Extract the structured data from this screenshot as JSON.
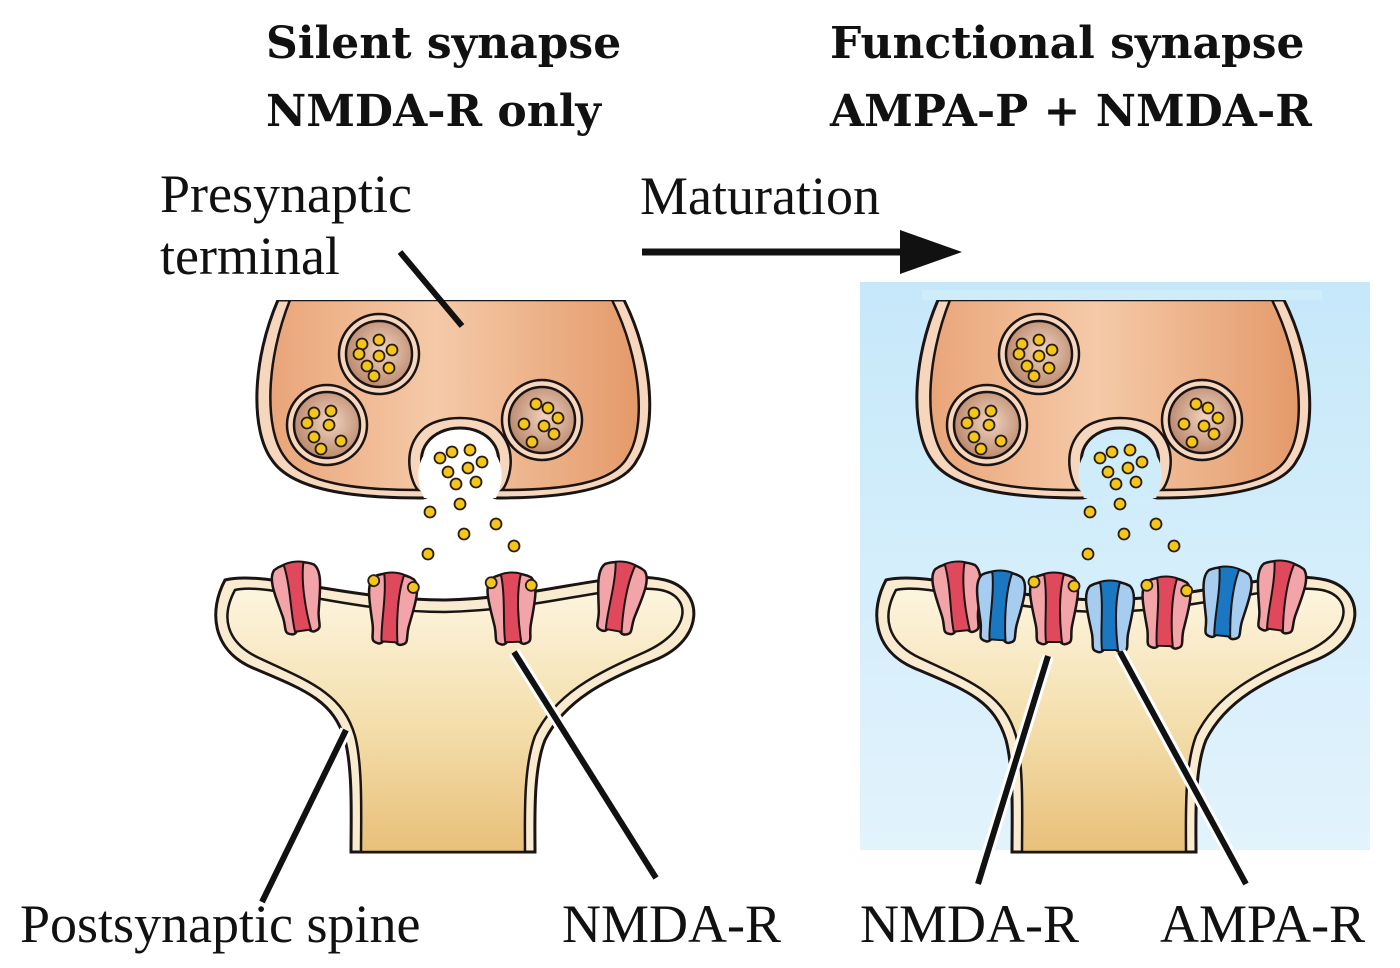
{
  "panels": {
    "left": {
      "title_line1": "Silent synapse",
      "title_line2": "NMDA-R only",
      "background": "#ffffff"
    },
    "right": {
      "title_line1": "Functional synapse",
      "title_line2": "AMPA-P + NMDA-R",
      "background": "#cdebfa"
    }
  },
  "arrow": {
    "label": "Maturation"
  },
  "labels": {
    "presynaptic_line1": "Presynaptic",
    "presynaptic_line2": "terminal",
    "postsynaptic": "Postsynaptic spine",
    "nmda_left": "NMDA-R",
    "nmda_right": "NMDA-R",
    "ampa_right": "AMPA-R"
  },
  "colors": {
    "terminal_fill": "#efb58c",
    "terminal_membrane": "#f6d6bd",
    "vesicle_fill": "#c99a84",
    "neurotransmitter": "#f5c61a",
    "spine_fill": "#f3dfa8",
    "spine_membrane": "#f8ebcf",
    "nmda_dark": "#e0485c",
    "nmda_light": "#f2a4a8",
    "ampa_dark": "#1a78c2",
    "ampa_light": "#a6cdf0"
  },
  "receptors": {
    "left": [
      "NMDA",
      "NMDA",
      "NMDA",
      "NMDA"
    ],
    "right": [
      "NMDA",
      "AMPA",
      "NMDA",
      "AMPA",
      "NMDA",
      "AMPA",
      "NMDA"
    ]
  }
}
